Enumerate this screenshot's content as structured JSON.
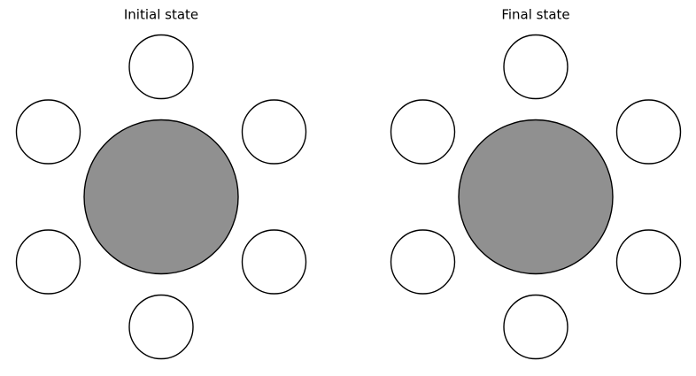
{
  "figure": {
    "background": "#ffffff"
  },
  "panels": [
    {
      "id": "initial",
      "title": "Initial state"
    },
    {
      "id": "final",
      "title": "Final state"
    }
  ],
  "diagram": {
    "description": "Each panel shows one large filled central circle surrounded by six empty satellite circles arranged hexagonally (at 60-degree intervals starting from the top).",
    "satellites_per_panel": 6,
    "central_circle_fill": "#909090",
    "satellite_fill": "#ffffff",
    "stroke_color": "#000000"
  }
}
